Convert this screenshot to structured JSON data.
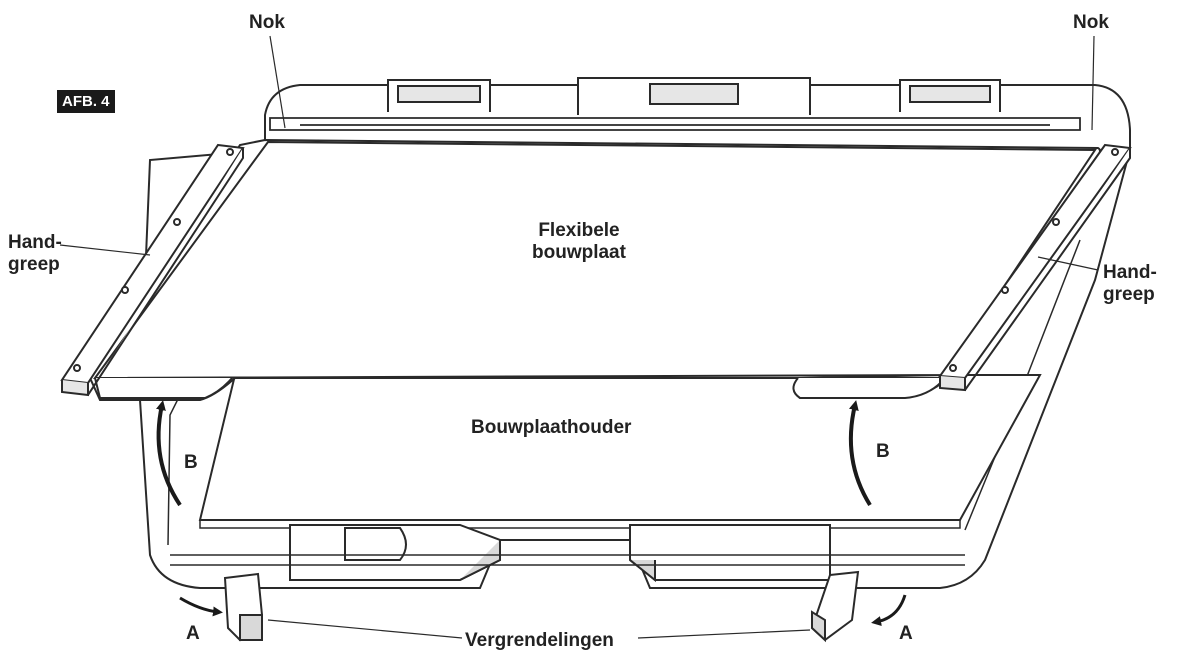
{
  "figure_tag": "AFB. 4",
  "labels": {
    "nok_left": "Nok",
    "nok_right": "Nok",
    "handle_left_line1": "Hand-",
    "handle_left_line2": "greep",
    "handle_right_line1": "Hand-",
    "handle_right_line2": "greep",
    "plate_line1": "Flexibele",
    "plate_line2": "bouwplaat",
    "holder": "Bouwplaathouder",
    "arrow_b_left": "B",
    "arrow_b_right": "B",
    "arrow_a_left": "A",
    "arrow_a_right": "A",
    "locks": "Vergrendelingen"
  },
  "colors": {
    "line": "#2a2a2a",
    "fill": "#ffffff",
    "shade": "#d9d9d9",
    "text": "#222222",
    "badge_bg": "#1a1a1a",
    "badge_text": "#ffffff"
  }
}
